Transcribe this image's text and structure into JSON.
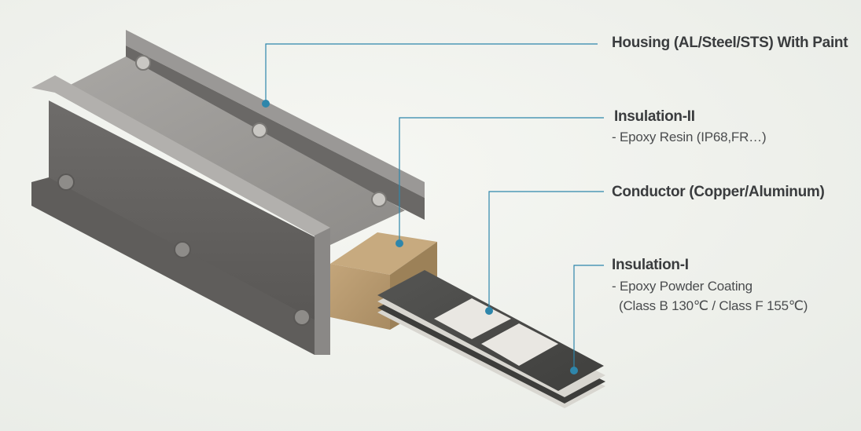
{
  "callouts": {
    "housing": {
      "title": "Housing (AL/Steel/STS) With Paint"
    },
    "insulation_ii": {
      "title": "Insulation-II",
      "detail": "- Epoxy Resin (IP68,FR…)"
    },
    "conductor": {
      "title": "Conductor (Copper/Aluminum)"
    },
    "insulation_i": {
      "title": "Insulation-I",
      "detail_line1": "- Epoxy Powder Coating",
      "detail_line2": "(Class B 130℃ / Class F 155℃)"
    }
  },
  "colors": {
    "leader_line": "#2e86ab",
    "leader_dot": "#2e86ab",
    "housing_steel": "#8e8c8a",
    "epoxy_resin": "#b8996e",
    "conductor_coating": "#4a4a48",
    "copper_exposed": "#e6e4de"
  }
}
